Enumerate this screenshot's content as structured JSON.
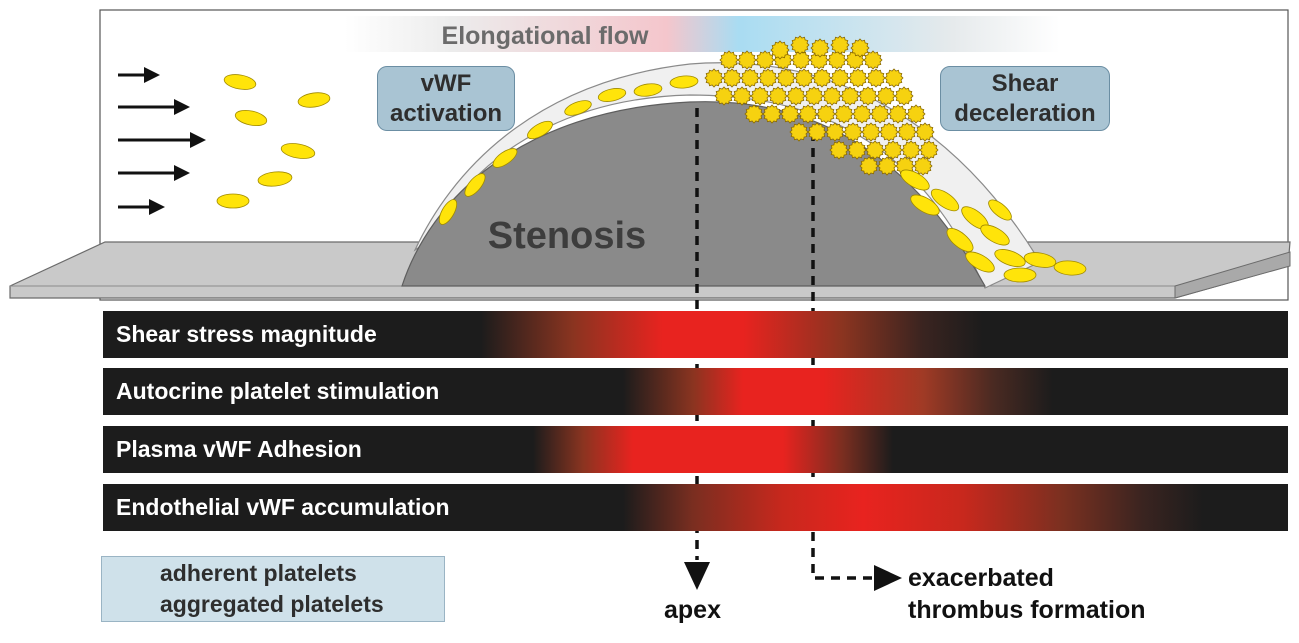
{
  "flow_label": "Elongational flow",
  "stenosis_label": "Stenosis",
  "boxes": {
    "vwf_activation": [
      "vWF",
      "activation"
    ],
    "shear_deceleration": [
      "Shear",
      "deceleration"
    ]
  },
  "bars": [
    {
      "label": "Shear stress magnitude"
    },
    {
      "label": "Autocrine platelet stimulation"
    },
    {
      "label": "Plasma vWF Adhesion"
    },
    {
      "label": "Endothelial vWF accumulation"
    }
  ],
  "legend": {
    "adherent": "adherent platelets",
    "aggregated": "aggregated platelets"
  },
  "annotations": {
    "apex": "apex",
    "thrombus_line1": "exacerbated",
    "thrombus_line2": "thrombus formation"
  },
  "colors": {
    "platelet": "#ffe40a",
    "platelet_stroke": "#a08a00",
    "stenosis": "#8a8a8a",
    "bar_bg": "#1c1c1c",
    "bar_hot": "#e8231f",
    "box_fill": "#a9c4d3"
  }
}
